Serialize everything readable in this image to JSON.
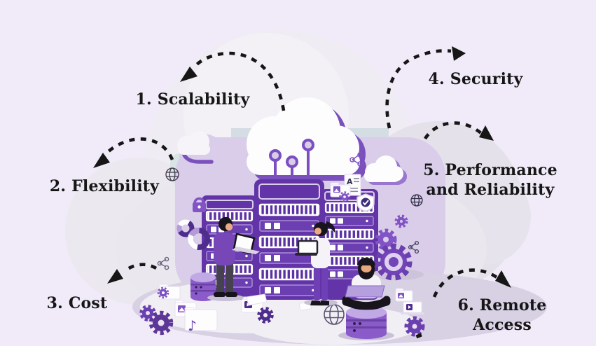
{
  "diagram": {
    "background_color": "#f1ebf9",
    "text_color": "#161616",
    "accent_purple": "#6b3fb1",
    "accent_purple_light": "#d9cdea",
    "labels": [
      {
        "id": "1",
        "text": "1. Scalability"
      },
      {
        "id": "2",
        "text": "2. Flexibility"
      },
      {
        "id": "3",
        "text": "3. Cost"
      },
      {
        "id": "4",
        "text": "4. Security"
      },
      {
        "id": "5",
        "text": "5. Performance and Reliability"
      },
      {
        "id": "6",
        "text": "6. Remote Access"
      }
    ],
    "illustration": {
      "icons": [
        "cloud-icon",
        "server-rack-icon",
        "circuit-node-icon",
        "padlock-icon",
        "donut-chart-icon",
        "globe-icon",
        "share-nodes-icon",
        "gear-icon",
        "database-icon",
        "folder-icon",
        "music-note-icon",
        "play-icon",
        "image-icon",
        "document-a-icon",
        "shield-check-icon",
        "laptop-icon"
      ],
      "people": [
        "man-standing-with-laptop",
        "woman-standing-with-laptop",
        "man-sitting-on-database-with-laptop"
      ]
    }
  }
}
